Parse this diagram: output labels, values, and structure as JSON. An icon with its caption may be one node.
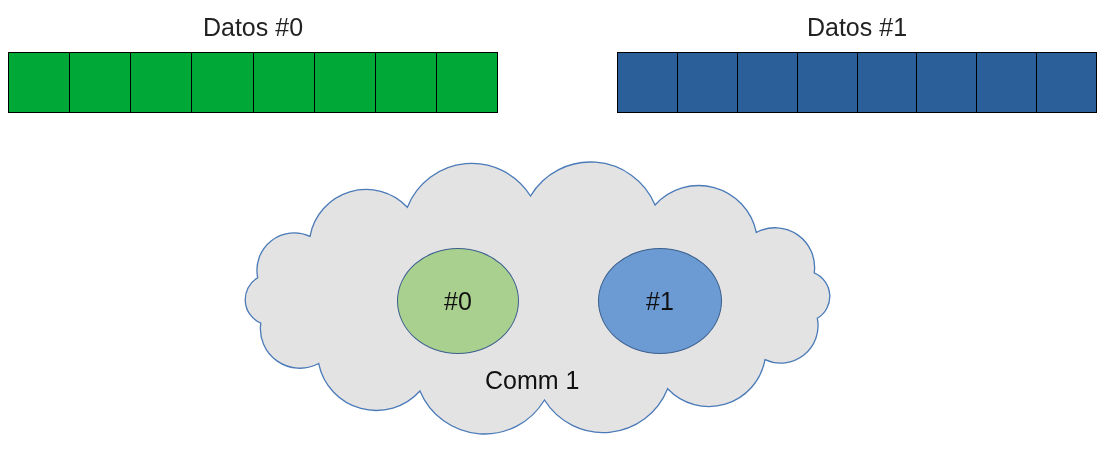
{
  "diagram": {
    "nodes": [
      {
        "text": [
          "Datos #0"
        ]
      },
      {
        "text": [
          "Datos #1"
        ]
      },
      {
        "text": [
          "Comm 1"
        ]
      },
      {
        "text": [
          "#0"
        ],
        "in": 2
      },
      {
        "text": [
          "#1"
        ],
        "in": 2
      }
    ]
  }
}
